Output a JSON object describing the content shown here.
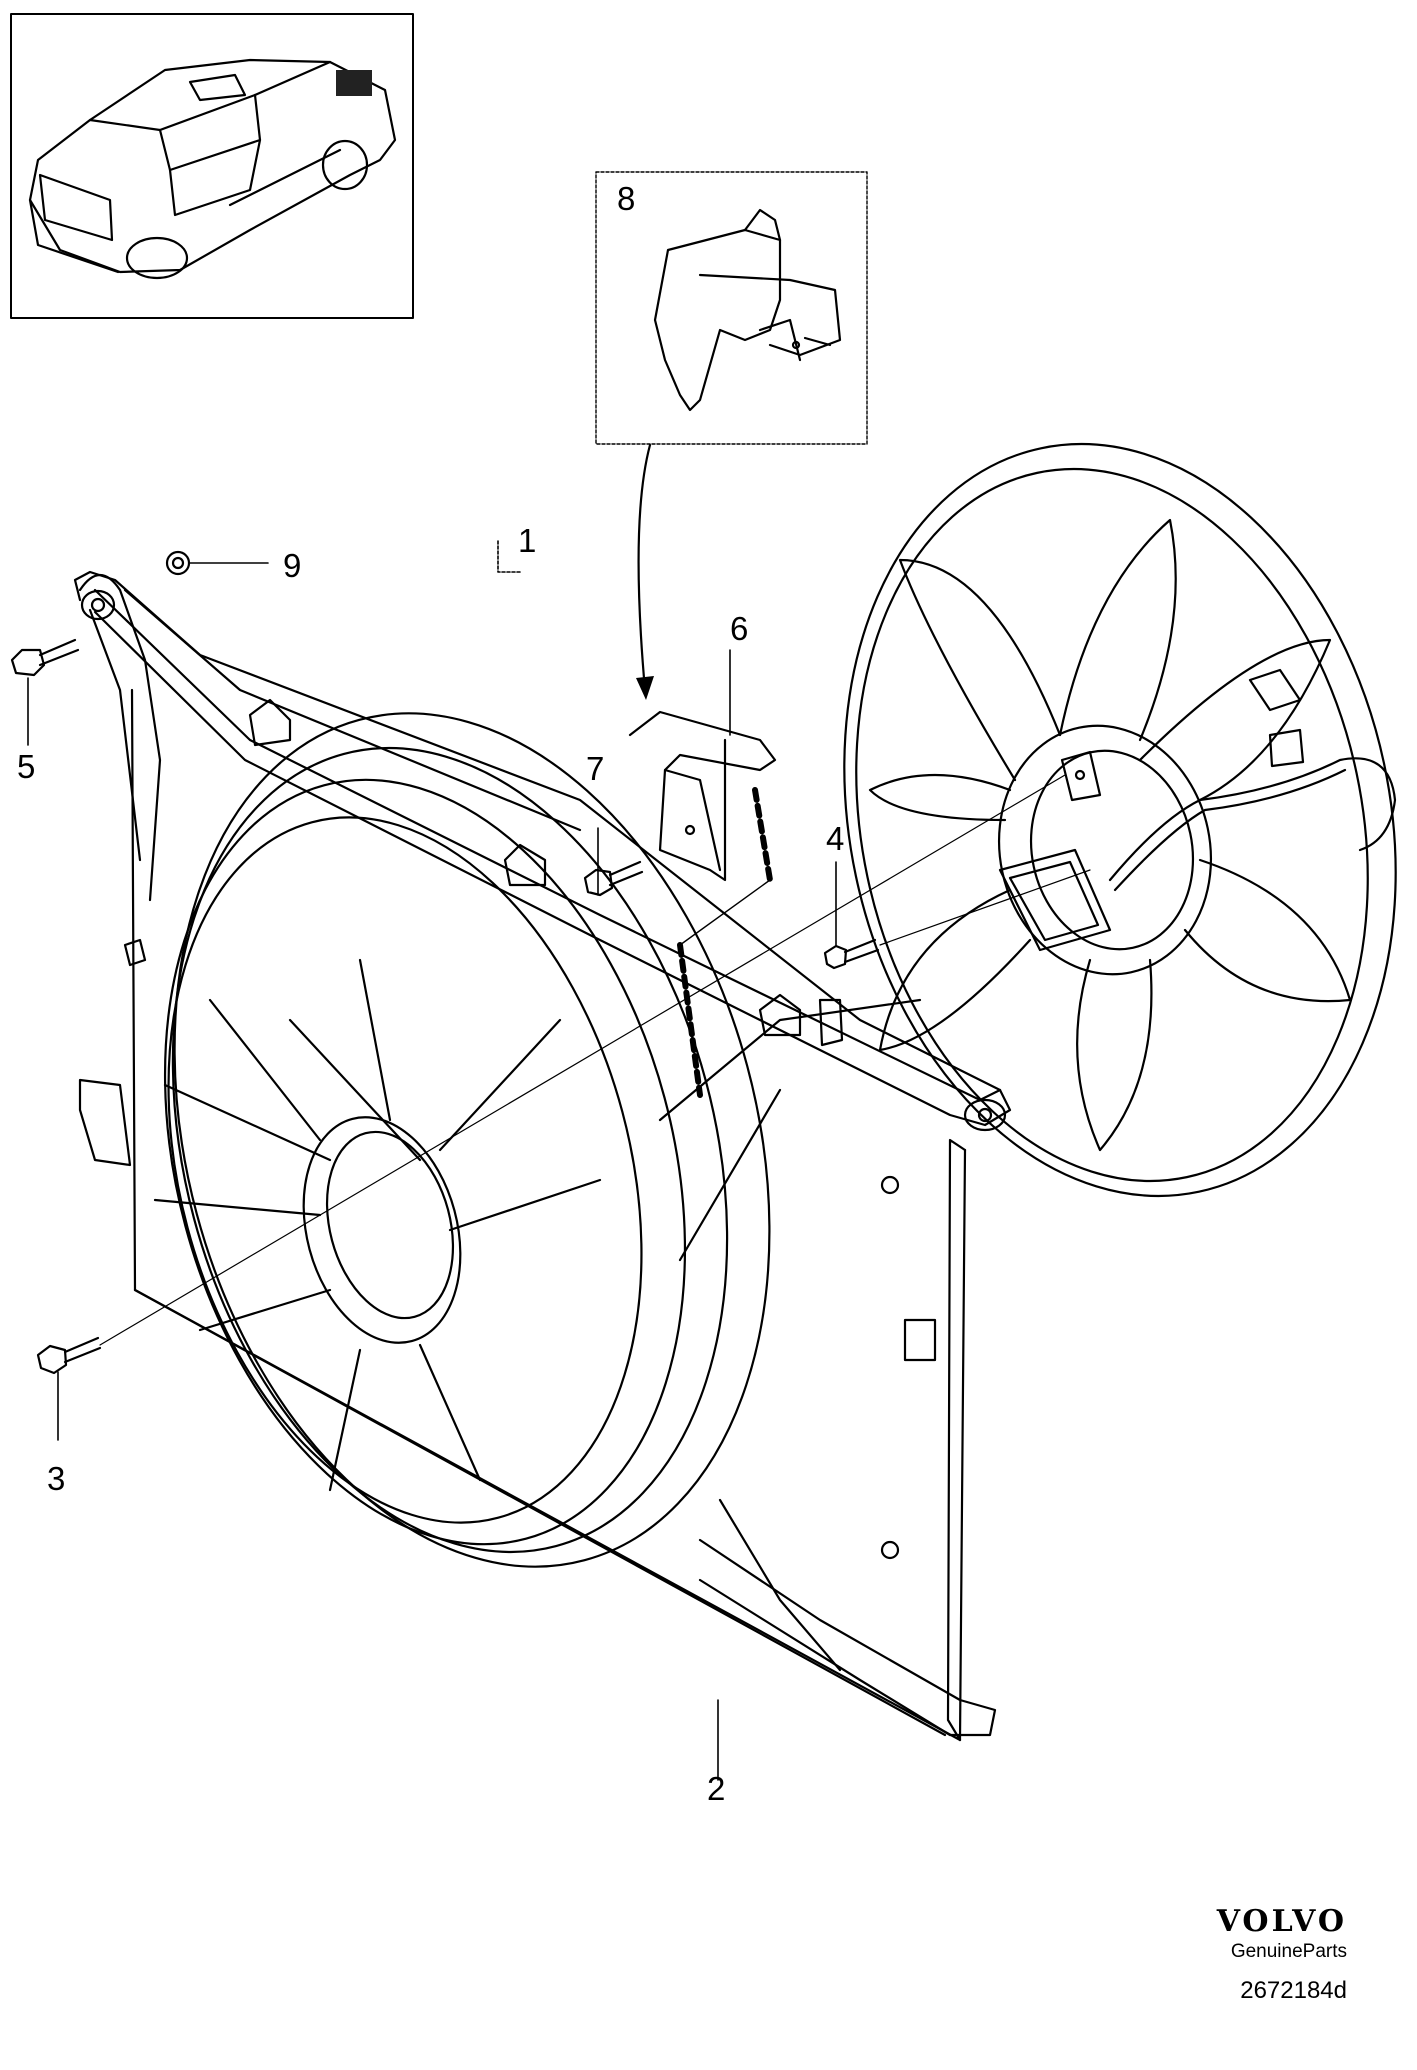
{
  "callouts": {
    "c1": "1",
    "c2": "2",
    "c3": "3",
    "c4": "4",
    "c5": "5",
    "c6": "6",
    "c7": "7",
    "c8": "8",
    "c9": "9"
  },
  "brand": {
    "logo": "VOLVO",
    "subtitle": "GenuineParts",
    "code": "2672184d"
  },
  "colors": {
    "line": "#000000",
    "background": "#ffffff"
  }
}
